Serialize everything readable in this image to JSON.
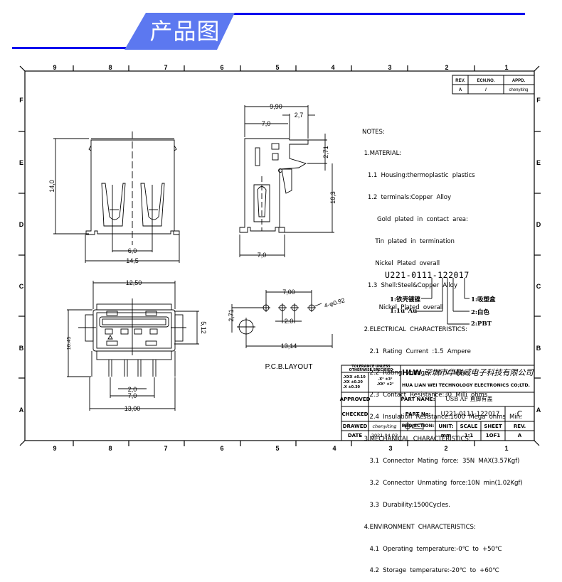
{
  "banner": {
    "title": "产品图纸",
    "accent_color": "#5c78f0",
    "line_color": "#0000ee"
  },
  "frame": {
    "column_labels": [
      "9",
      "8",
      "7",
      "6",
      "5",
      "4",
      "3",
      "2",
      "1"
    ],
    "row_labels": [
      "F",
      "E",
      "D",
      "C",
      "B",
      "A"
    ]
  },
  "revision_table": {
    "headers": [
      "REV.",
      "ECN.NO.",
      "APPD."
    ],
    "row": [
      "A",
      "/",
      "chenyiting"
    ]
  },
  "front_view": {
    "dim_height": "14,0",
    "dim_pin_pitch": "6,0",
    "dim_width": "14,5"
  },
  "side_view": {
    "dim_total": "9,90",
    "dim_top": "7,0",
    "dim_latch": "2,7",
    "dim_latch_height": "2,71",
    "dim_height": "10,3",
    "dim_base": "7,0"
  },
  "bottom_view": {
    "dim_top_width": "12,50",
    "dim_height": "10.45",
    "dim_opening": "5,12",
    "dim_pitch": "2,0",
    "dim_pin_span": "7,0",
    "dim_width": "13,00"
  },
  "pcb_layout": {
    "title": "P.C.B.LAYOUT",
    "dim_pin_span": "7,00",
    "dim_hole": "4-φ0.92",
    "dim_offset": "2,71",
    "dim_pitch": "2.0",
    "dim_peg_span": "13,14"
  },
  "notes": [
    "NOTES:",
    " 1.MATERIAL:",
    "   1.1  Housing:thermoplastic  plastics",
    "   1.2  terminals:Copper  Alloy",
    "        Gold  plated  in  contact  area:",
    "       Tin  plated  in  termination",
    "       Nickel  Plated  overall",
    "   1.3  Shell:Steel&Copper  Alloy",
    "         Nickel  Plated  overall",
    " 2.ELECTRICAL  CHARACTERISTICS:",
    "    2.1  Rating  Current  :1.5  Ampere",
    "    2.2  Rating  Voltage  :30  V  Max",
    "    2.3  Contact  Resistance:30  Milli  ohms",
    "    2.4  Insulation  Resistance:1000  Mega  ohms  Min.",
    " 3.MECHANICAL  CHARACTERISTICS:",
    "    3.1  Connector  Mating  force:  35N  MAX(3.57Kgf)",
    "    3.2  Connector  Unmating  force:10N  min(1.02Kgf)",
    "    3.3  Durability:1500Cycles.",
    " 4.ENVIRONMENT  CHARACTERISTICS:",
    "    4.1  Operating  temperature:-0℃  to  +50℃",
    "    4.2  Storage  temperature:-20℃  to  +60℃"
  ],
  "part_code": {
    "code": "U221-0111-122017",
    "callouts": [
      "1:铁壳镀镍",
      "1:1u\"Au",
      "2:PBT",
      "2:白色",
      "1:吸塑盒"
    ]
  },
  "title_block": {
    "tolerance_title": "TOLERANCE UNLESS OTHERWISE SPECIFIED",
    "tolerance_linear": [
      ".XXX ±0.10",
      ".XX ±0.20",
      ".X ±0.30"
    ],
    "tolerance_angular": [
      ".X° ±3°",
      ".XX° ±2°"
    ],
    "company_logo": "HLW",
    "company_cn": "深圳市华联威电子科技有限公司",
    "company_en": "HUA LIAN WEI TECHNOLOGY ELECTRONICS CO;LTD.",
    "approved_label": "APPROVED",
    "approved_value": "",
    "checked_label": "CHECKED",
    "checked_value": "",
    "drawed_label": "DRAWED",
    "drawed_value": "chenyiting",
    "date_label": "DATE",
    "date_value": "2021.04.03",
    "part_name_label": "PART NAME:",
    "part_name_value": "USB AF 直脚有盖",
    "part_no_label": "PART No:",
    "part_no_value": "U221-0111-122017",
    "size_value": "C",
    "projection_label": "PROJECTION:",
    "unit_label": "UNIT:",
    "unit_value": "mm",
    "scale_label": "SCALE",
    "scale_value": "1:1",
    "sheet_label": "SHEET",
    "sheet_value": "1OF1",
    "rev_label": "REV.",
    "rev_value": "A"
  }
}
